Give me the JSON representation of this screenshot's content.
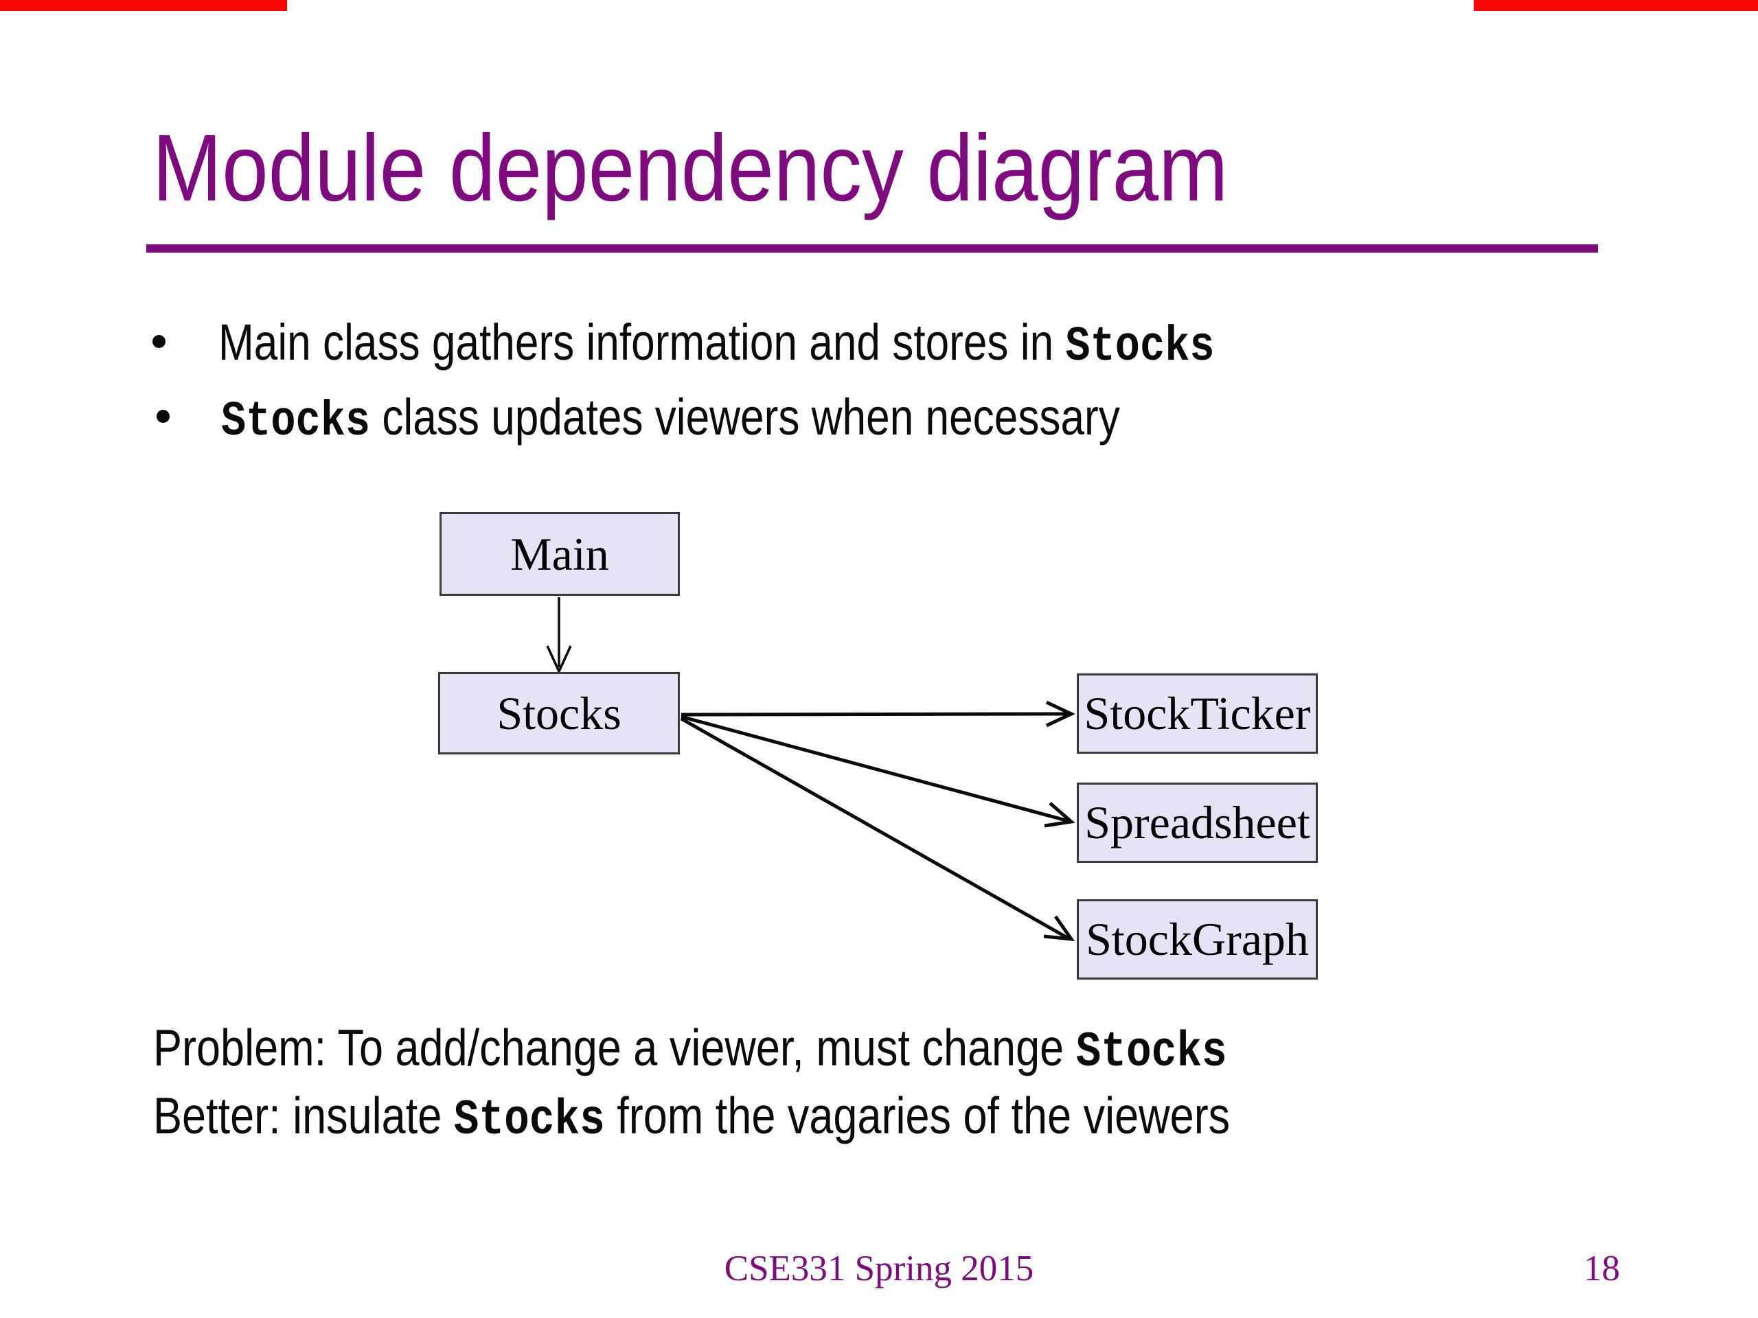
{
  "slide": {
    "title": "Module dependency diagram",
    "bullets": [
      {
        "pre": "Main class gathers information and stores in ",
        "code": "Stocks",
        "post": ""
      },
      {
        "pre": "",
        "code": "Stocks",
        "post": " class updates viewers when necessary"
      }
    ],
    "notes": [
      {
        "pre": "Problem: To add/change a viewer, must change ",
        "code": "Stocks",
        "post": ""
      },
      {
        "pre": "Better: insulate ",
        "code": "Stocks",
        "post": " from the vagaries of the viewers"
      }
    ],
    "footer": {
      "course": "CSE331 Spring 2015",
      "page": "18"
    }
  },
  "diagram": {
    "nodes": [
      {
        "id": "main",
        "label": "Main"
      },
      {
        "id": "stocks",
        "label": "Stocks"
      },
      {
        "id": "stockticker",
        "label": "StockTicker"
      },
      {
        "id": "spreadsheet",
        "label": "Spreadsheet"
      },
      {
        "id": "stockgraph",
        "label": "StockGraph"
      }
    ],
    "edges": [
      {
        "from": "Main",
        "to": "Stocks"
      },
      {
        "from": "Stocks",
        "to": "StockTicker"
      },
      {
        "from": "Stocks",
        "to": "Spreadsheet"
      },
      {
        "from": "Stocks",
        "to": "StockGraph"
      }
    ]
  },
  "colors": {
    "accent_purple": "#7d0b7e",
    "node_fill": "#e4e4f6",
    "node_border": "#3a3a3a",
    "text": "#0a0a0a",
    "corner_mark_red": "#f90605",
    "background": "#ffffff"
  }
}
